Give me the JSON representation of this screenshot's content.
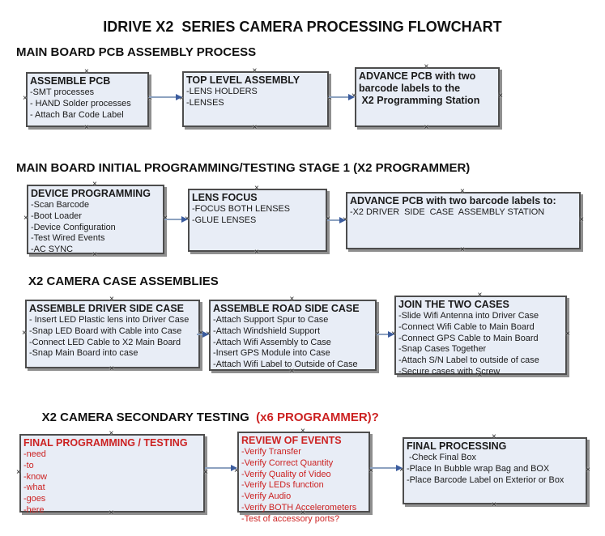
{
  "title": "IDRIVE X2  SERIES CAMERA PROCESSING FLOWCHART",
  "glyphs": {
    "handle": "×"
  },
  "colors": {
    "box_fill": "#e8edf6",
    "box_border": "#4d4d4d",
    "box_shadow": "#8f8f8f",
    "connector_line": "#8da2c0",
    "arrowhead": "#3b5c9e",
    "red_text": "#cc2222",
    "black_text": "#1a1a1a"
  },
  "sections": [
    {
      "heading": "MAIN BOARD PCB ASSEMBLY PROCESS",
      "boxes": [
        {
          "title": "ASSEMBLE PCB",
          "items": [
            "-SMT processes",
            "- HAND Solder processes",
            "- Attach Bar Code Label"
          ]
        },
        {
          "title": "TOP LEVEL ASSEMBLY",
          "items": [
            "-LENS HOLDERS",
            "-LENSES"
          ]
        },
        {
          "title": "ADVANCE PCB with two barcode labels to the",
          "items": [
            " X2 Programming Station"
          ]
        }
      ]
    },
    {
      "heading": "MAIN BOARD INITIAL PROGRAMMING/TESTING STAGE 1 (X2 PROGRAMMER)",
      "boxes": [
        {
          "title": "DEVICE PROGRAMMING",
          "items": [
            "-Scan Barcode",
            "-Boot Loader",
            "-Device Configuration",
            "-Test Wired Events",
            "-AC SYNC"
          ]
        },
        {
          "title": "LENS FOCUS",
          "items": [
            "-FOCUS BOTH LENSES",
            "-GLUE LENSES"
          ]
        },
        {
          "title": "ADVANCE PCB with two barcode labels to:",
          "items": [
            "-X2 DRIVER  SIDE  CASE  ASSEMBLY STATION"
          ]
        }
      ]
    },
    {
      "heading": "X2 CAMERA CASE ASSEMBLIES",
      "boxes": [
        {
          "title": "ASSEMBLE DRIVER SIDE CASE",
          "items": [
            "- Insert LED Plastic lens into Driver Case",
            "-Snap LED Board with Cable into Case",
            "-Connect LED Cable to X2 Main Board",
            "-Snap Main Board into case"
          ]
        },
        {
          "title": "ASSEMBLE ROAD SIDE CASE",
          "items": [
            "-Attach Support Spur to Case",
            "-Attach Windshield Support",
            "-Attach Wifi Assembly to Case",
            "-Insert GPS Module into Case",
            "-Attach Wifi Label to Outside of Case"
          ]
        },
        {
          "title": "JOIN THE TWO CASES",
          "items": [
            "-Slide Wifi Antenna into Driver Case",
            "-Connect Wifi Cable to Main Board",
            "-Connect GPS Cable to Main Board",
            "-Snap Cases Together",
            "-Attach S/N Label to outside of case",
            "-Secure cases with Screw"
          ]
        }
      ]
    },
    {
      "heading": "X2 CAMERA SECONDARY TESTING  ",
      "heading_red": "(x6 PROGRAMMER)?",
      "boxes": [
        {
          "title": "FINAL PROGRAMMING / TESTING",
          "items": [
            "-need",
            "-to",
            "-know",
            "-what",
            "-goes",
            "-here"
          ]
        },
        {
          "title": "REVIEW OF EVENTS",
          "items": [
            "-Verify Transfer",
            "-Verify Correct Quantity",
            "-Verify Quality of Video",
            "-Verify LEDs function",
            "-Verify Audio",
            "-Verify BOTH Accelerometers",
            "-Test of accessory ports?"
          ]
        },
        {
          "title": "FINAL PROCESSING",
          "items": [
            " -Check Final Box",
            "-Place In Bubble wrap Bag and BOX",
            "-Place Barcode Label on Exterior or Box"
          ]
        }
      ]
    }
  ]
}
